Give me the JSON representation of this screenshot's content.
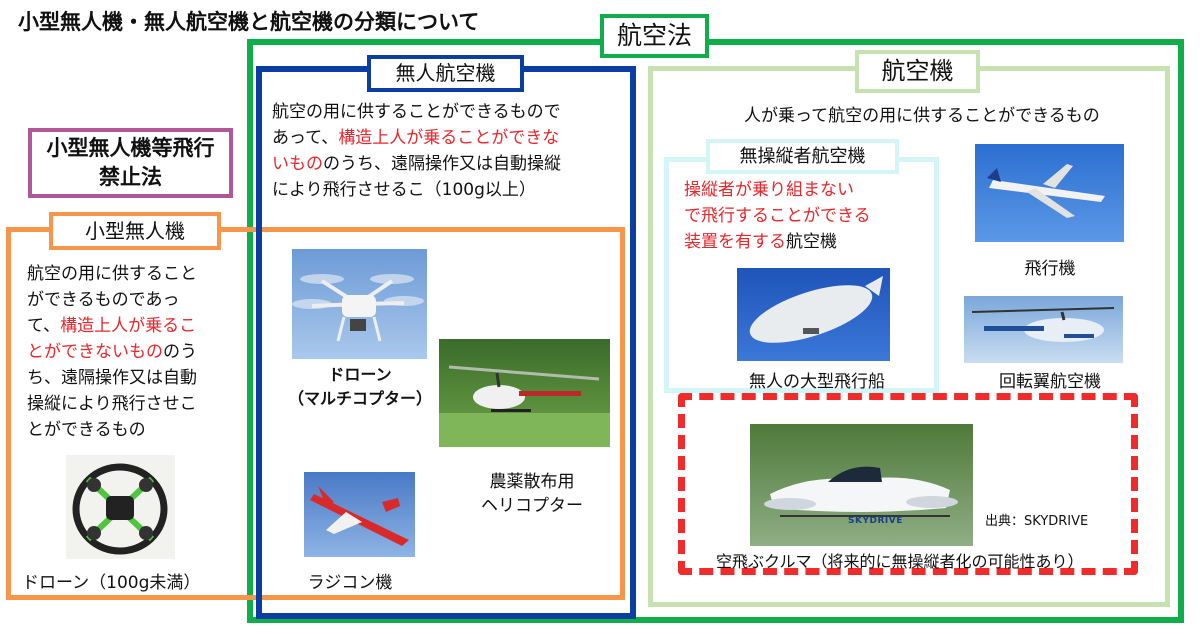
{
  "title": "小型無人機・無人航空機と航空機の分類について",
  "koukuuhou": {
    "label": "航空法"
  },
  "small_drone_law": {
    "line1": "小型無人機等飛行",
    "line2": "禁止法"
  },
  "small_drone": {
    "label": "小型無人機",
    "text_a": "航空の用に供すること",
    "text_b": "ができるものであっ",
    "text_c1": "て、",
    "text_c_red": "構造上人が乗るこ",
    "text_d_red": "とができないもの",
    "text_d2": "のう",
    "text_e": "ち、遠隔操作又は自動",
    "text_f": "操縦により飛行させこ",
    "text_g": "とができるもの",
    "image_caption": "ドローン（100g未満）"
  },
  "unmanned": {
    "label": "無人航空機",
    "line1": "航空の用に供することができるもので",
    "line2a": "あって、",
    "line2_red": "構造上人が乗ることができな",
    "line3_red": "いもの",
    "line3b": "のうち、遠隔操作又は自動操縦",
    "line4": "により飛行させるこ（100g以上）",
    "drone_caption1": "ドローン",
    "drone_caption2": "（マルチコプター）",
    "heli_caption1": "農薬散布用",
    "heli_caption2": "ヘリコプター",
    "rc_caption": "ラジコン機"
  },
  "aircraft": {
    "label": "航空機",
    "desc": "人が乗って航空の用に供することができるもの",
    "airplane_caption": "飛行機",
    "rotor_caption": "回転翼航空機",
    "pilotless": {
      "label": "無操縦者航空機",
      "line1_red": "操縦者が乗り組まない",
      "line2_red": "で飛行することができる",
      "line3_red": "装置を有する",
      "line3b": "航空機",
      "airship_caption": "無人の大型飛行船"
    },
    "skycar": {
      "source": "出典：SKYDRIVE",
      "brand": "SKYDRIVE",
      "caption": "空飛ぶクルマ（将来的に無操縦者化の可能性あり）"
    }
  },
  "colors": {
    "green": "#0fae4b",
    "blue": "#0b3ea3",
    "orange": "#f7954a",
    "lightgreen": "#c6e2b0",
    "cyan": "#d4f5f7",
    "purple": "#b2569a",
    "red": "#ef2b2b"
  }
}
